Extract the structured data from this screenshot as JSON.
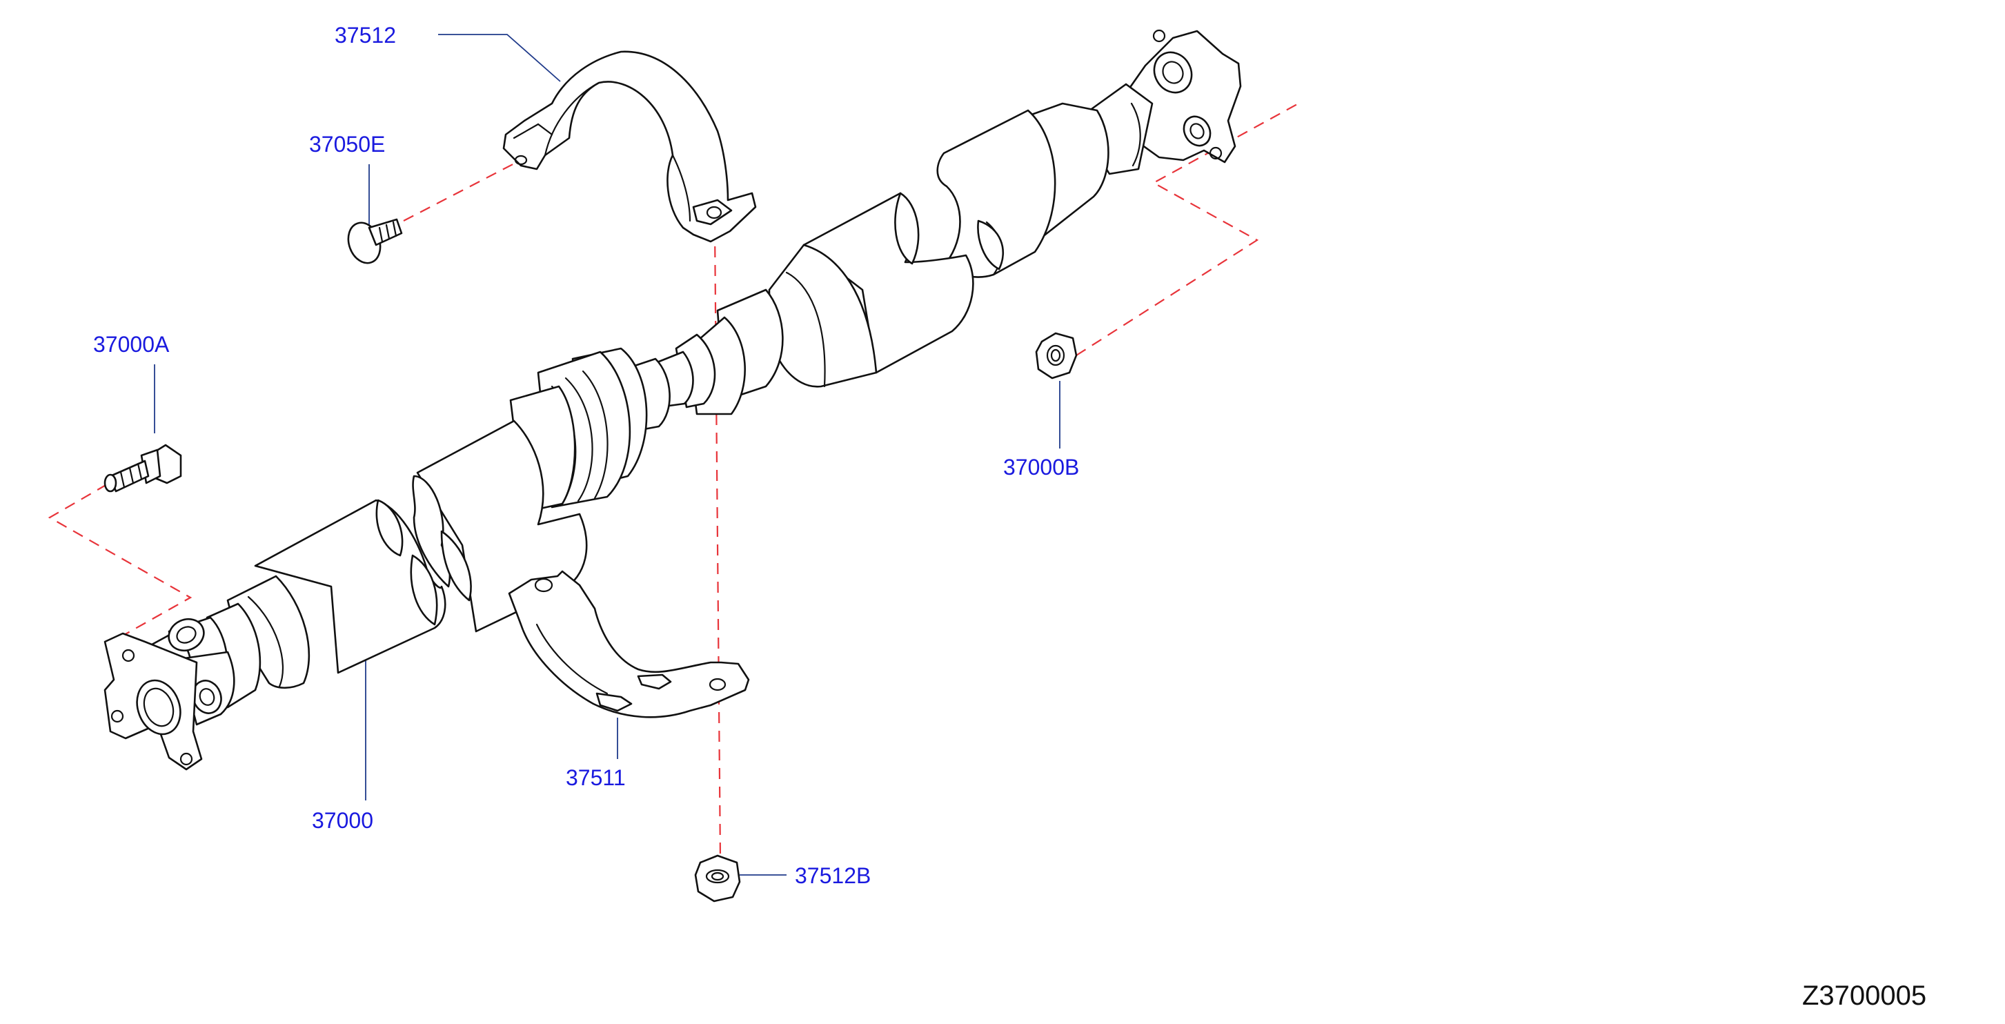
{
  "colors": {
    "callout": "#1a1adf",
    "leader": "#1f3a8a",
    "assembly_line": "#e8343a",
    "outline": "#111111"
  },
  "callouts": {
    "strap_upper": "37512",
    "clip_bolt": "37050E",
    "flange_bolt": "37000A",
    "flange_nut": "37000B",
    "propeller_shaft": "37000",
    "strap_lower": "37511",
    "strap_nut": "37512B"
  },
  "diagram_code": "Z3700005"
}
